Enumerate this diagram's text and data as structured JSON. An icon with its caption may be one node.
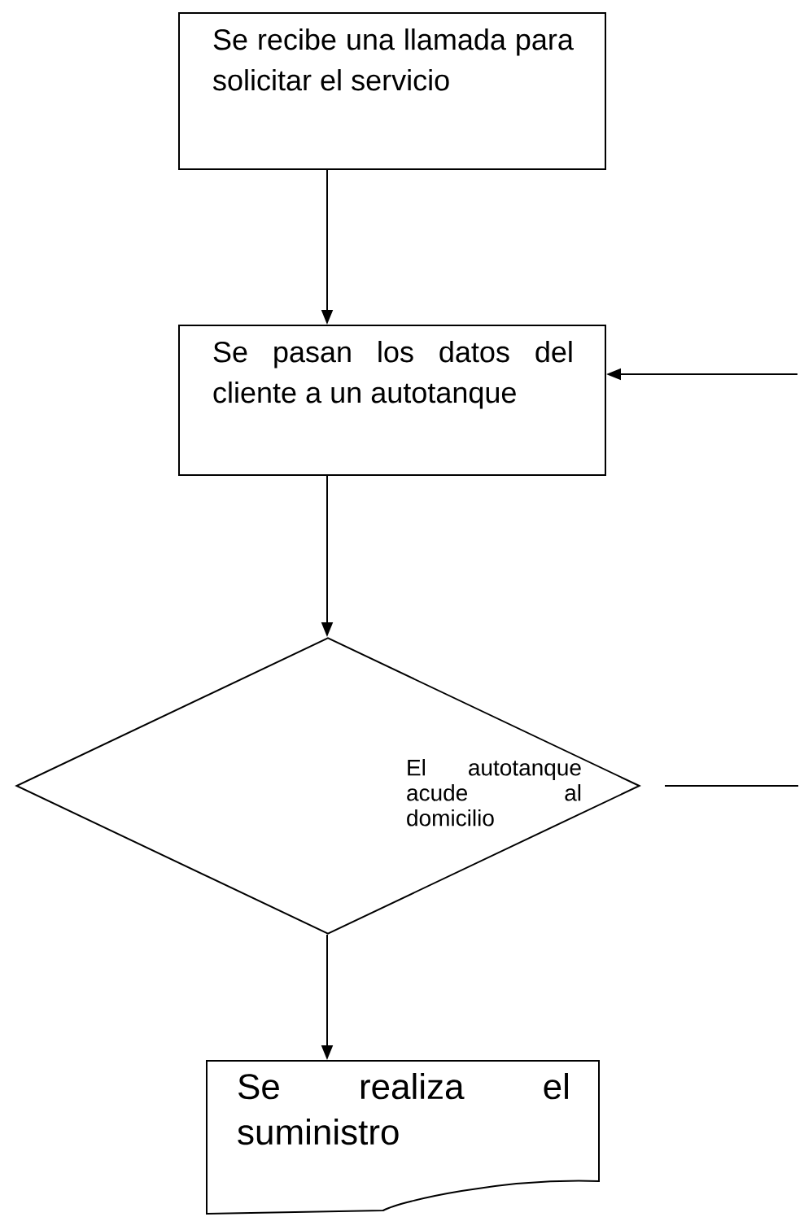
{
  "diagram": {
    "nodes": [
      {
        "text": [
          "Se recibe una llamada para solicitar el servicio"
        ]
      },
      {
        "text": [
          "Se pasan los datos del cliente a un autotanque"
        ]
      },
      {
        "text": [
          "El autotanque acude al domicilio"
        ]
      },
      {
        "text": [
          "Se realiza el suministro"
        ]
      }
    ],
    "edges": [
      {
        "from": 0,
        "to": 1,
        "arrow": "to"
      },
      {
        "from": 1,
        "to": 2,
        "arrow": "to"
      },
      {
        "from": 2,
        "to": 3,
        "arrow": "to"
      },
      {
        "from": null,
        "to": 1,
        "arrow": "to"
      },
      {
        "from": 2,
        "to": null,
        "arrow": "none"
      }
    ]
  }
}
